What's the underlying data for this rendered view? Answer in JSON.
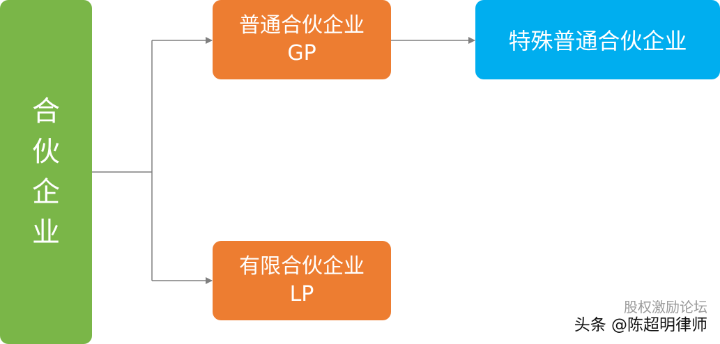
{
  "root": {
    "label": "合伙企业",
    "color": "#7ab648"
  },
  "gp_node": {
    "line1": "普通合伙企业",
    "line2": "GP",
    "color": "#ed7d31"
  },
  "lp_node": {
    "line1": "有限合伙企业",
    "line2": "LP",
    "color": "#ed7d31"
  },
  "special_node": {
    "label": "特殊普通合伙企业",
    "color": "#00aeef"
  },
  "connector_color": "#7f7f7f",
  "watermark": {
    "forum": "股权激励论坛",
    "byline": "头条 @陈超明律师"
  }
}
